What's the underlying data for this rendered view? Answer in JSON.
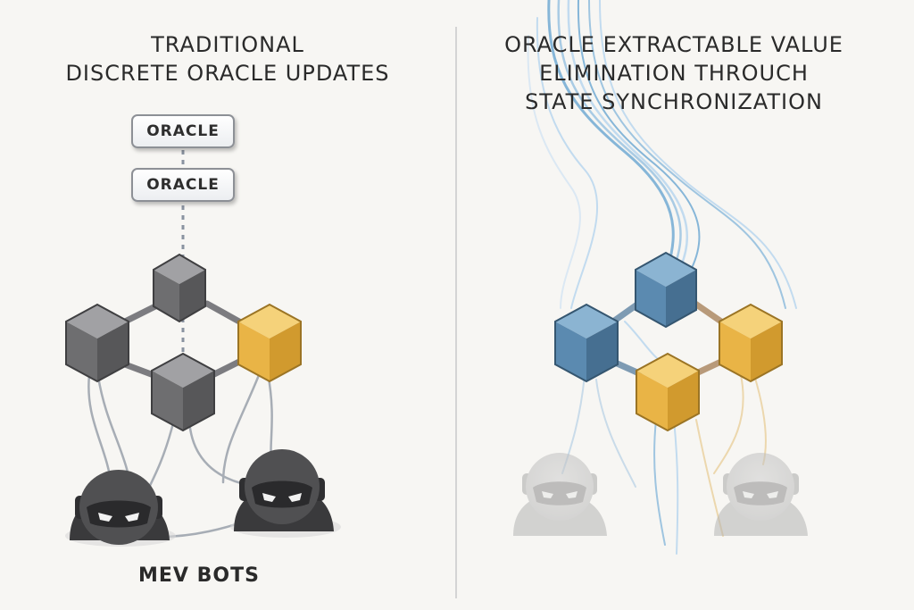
{
  "left_panel": {
    "title_lines": [
      "TRADITIONAL",
      "DISCRETE ORACLE UPDATES"
    ],
    "oracles": [
      "ORACLE",
      "ORACLE"
    ],
    "caption": "MEV BOTS"
  },
  "right_panel": {
    "title_lines": [
      "ORACLE EXTRACTABLE VALUE",
      "ELIMINATION THROUCH",
      "STATE SYNCHRONIZATION"
    ]
  },
  "colors": {
    "gray_node": "#6e6e70",
    "gold_node": "#e9b446",
    "blue_node": "#5b8ab0",
    "divider": "#d4d4d4",
    "flow_blue": "#86b6d8"
  },
  "icons": [
    "block-node",
    "oracle-box",
    "mev-bot-avatar"
  ]
}
